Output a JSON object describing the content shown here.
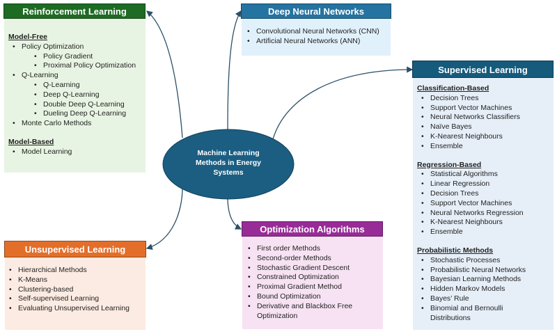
{
  "center": {
    "lines": [
      "Machine Learning",
      "Methods in Energy",
      "Systems"
    ],
    "color": "#1b5e82"
  },
  "colors": {
    "reinforcement_header": "#1e6b23",
    "reinforcement_body": "#e8f4e3",
    "deep_header": "#2473a0",
    "deep_body": "#e1f1fb",
    "supervised_header": "#165a7c",
    "supervised_body": "#e6eff8",
    "optimization_header": "#982c97",
    "optimization_body": "#f6e2f3",
    "unsupervised_header": "#e36e2a",
    "unsupervised_body": "#fcebe2",
    "connector": "#2b4f66"
  },
  "reinforcement": {
    "title": "Reinforcement Learning",
    "model_free_label": "Model-Free",
    "policy_optimization": "Policy Optimization",
    "policy_sub": [
      "Policy Gradient",
      "Proximal Policy Optimization"
    ],
    "q_learning": "Q-Learning",
    "q_sub": [
      "Q-Learning",
      "Deep Q-Learning",
      "Double Deep Q-Learning",
      "Dueling Deep Q-Learning"
    ],
    "monte_carlo": "Monte Carlo Methods",
    "model_based_label": "Model-Based",
    "model_based_items": [
      "Model Learning"
    ]
  },
  "deep": {
    "title": "Deep Neural Networks",
    "items": [
      "Convolutional Neural Networks (CNN)",
      "Artificial Neural Networks (ANN)"
    ]
  },
  "supervised": {
    "title": "Supervised Learning",
    "classification_label": "Classification-Based",
    "classification_items": [
      "Decision Trees",
      "Support Vector Machines",
      "Neural Networks Classifiers",
      "Naïve Bayes",
      "K-Nearest Neighbours",
      "Ensemble"
    ],
    "regression_label": "Regression-Based",
    "regression_items": [
      "Statistical Algorithms",
      "Linear Regression",
      "Decision Trees",
      "Support Vector Machines",
      "Neural Networks Regression",
      "K-Nearest Neighbours",
      "Ensemble"
    ],
    "probabilistic_label": "Probabilistic Methods",
    "probabilistic_items": [
      "Stochastic Processes",
      "Probabilistic Neural Networks",
      "Bayesian Learning Methods",
      "Hidden Markov Models",
      "Bayes’ Rule",
      "Binomial and Bernoulli Distributions"
    ]
  },
  "optimization": {
    "title": "Optimization Algorithms",
    "items": [
      "First order Methods",
      "Second-order Methods",
      "Stochastic Gradient Descent",
      "Constrained Optimization",
      "Proximal Gradient Method",
      "Bound Optimization",
      "Derivative and Blackbox Free Optimization"
    ]
  },
  "unsupervised": {
    "title": "Unsupervised Learning",
    "items": [
      "Hierarchical Methods",
      "K-Means",
      "Clustering-based",
      "Self-supervised Learning",
      "Evaluating Unsupervised Learning"
    ]
  }
}
